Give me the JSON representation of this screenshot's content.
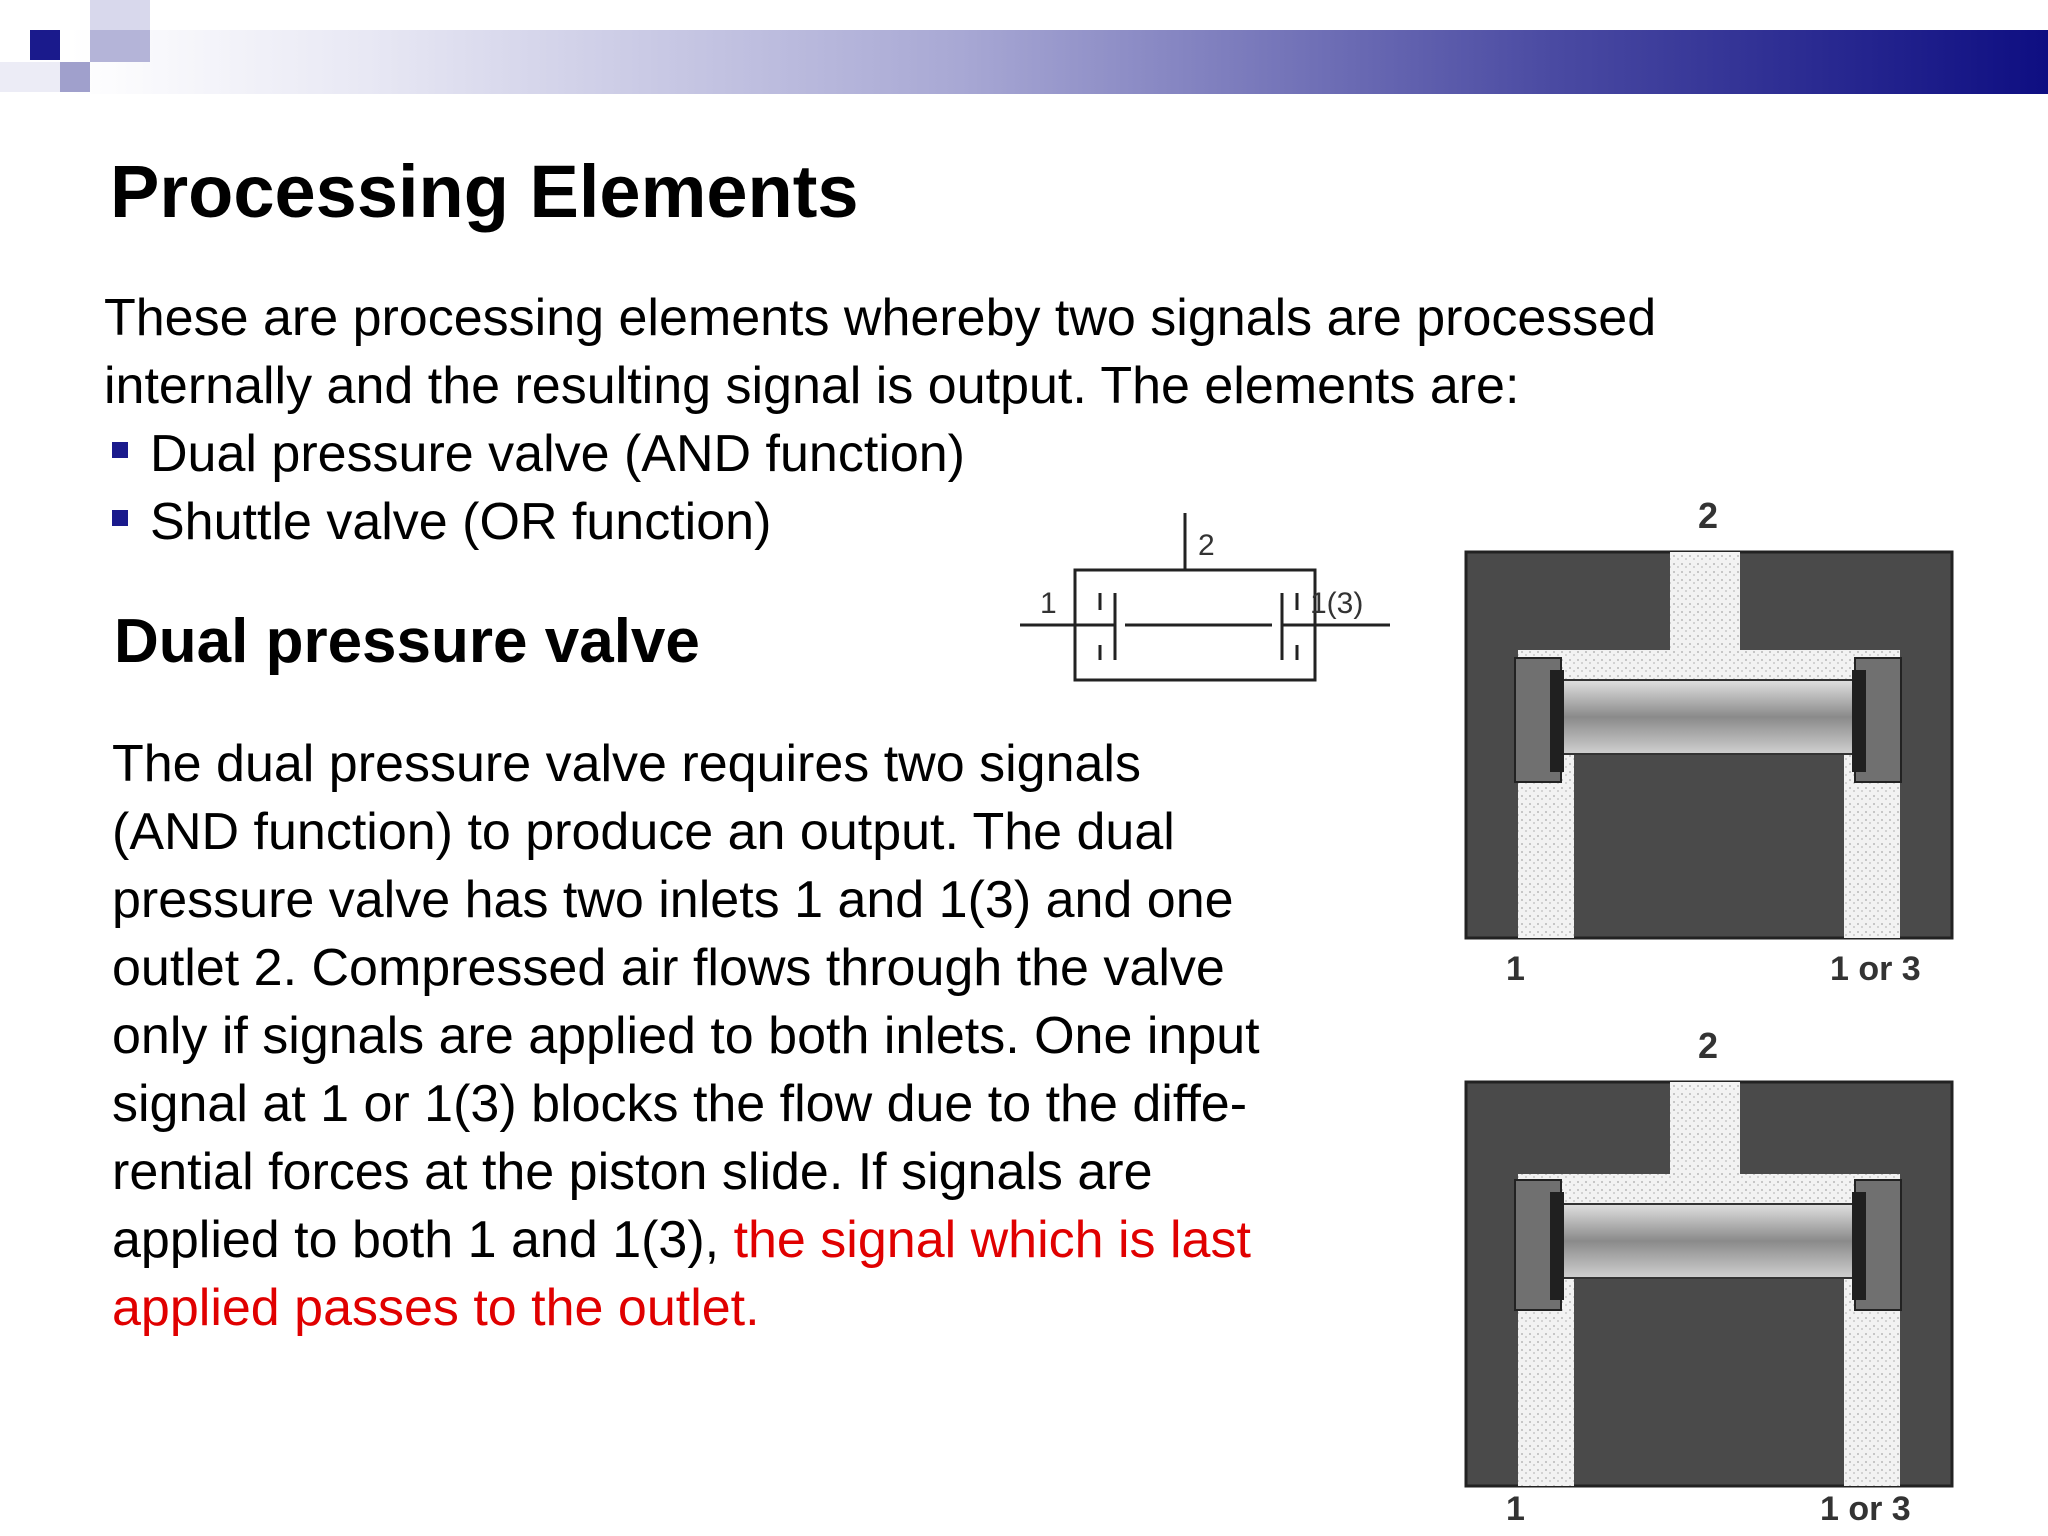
{
  "slide": {
    "title": "Processing Elements",
    "intro_line1": "These are processing elements whereby two signals are processed",
    "intro_line2": "internally and the resulting signal is output. The elements are:",
    "bullets": [
      "Dual pressure valve (AND function)",
      "Shuttle valve (OR function)"
    ],
    "subtitle": "Dual pressure valve",
    "body_lines": [
      "The dual pressure valve requires two signals",
      "(AND function) to produce an output. The dual",
      "pressure valve has two inlets 1 and 1(3) and  one",
      "outlet 2. Compressed air flows through the valve",
      "only if signals are applied to both inlets. One input",
      "signal at 1 or 1(3) blocks the flow due to the diffe-",
      "rential forces at the piston slide. If signals are"
    ],
    "body_last_black": "applied to both 1 and 1(3), ",
    "body_red_1": "the signal which is last",
    "body_red_2": "applied passes to the outlet."
  },
  "symbol": {
    "port_in": "1",
    "port_out": "2",
    "port_in2": "1(3)"
  },
  "figure_top": {
    "label_top": "2",
    "label_left": "1",
    "label_right": "1 or 3"
  },
  "figure_bottom": {
    "label_top": "2",
    "label_left": "1",
    "label_right": "1 or 3"
  },
  "colors": {
    "header_dark": "#0e0e82",
    "bullet": "#1a1a8c",
    "emphasis": "#e00000",
    "valve_body": "#4a4a4a"
  }
}
